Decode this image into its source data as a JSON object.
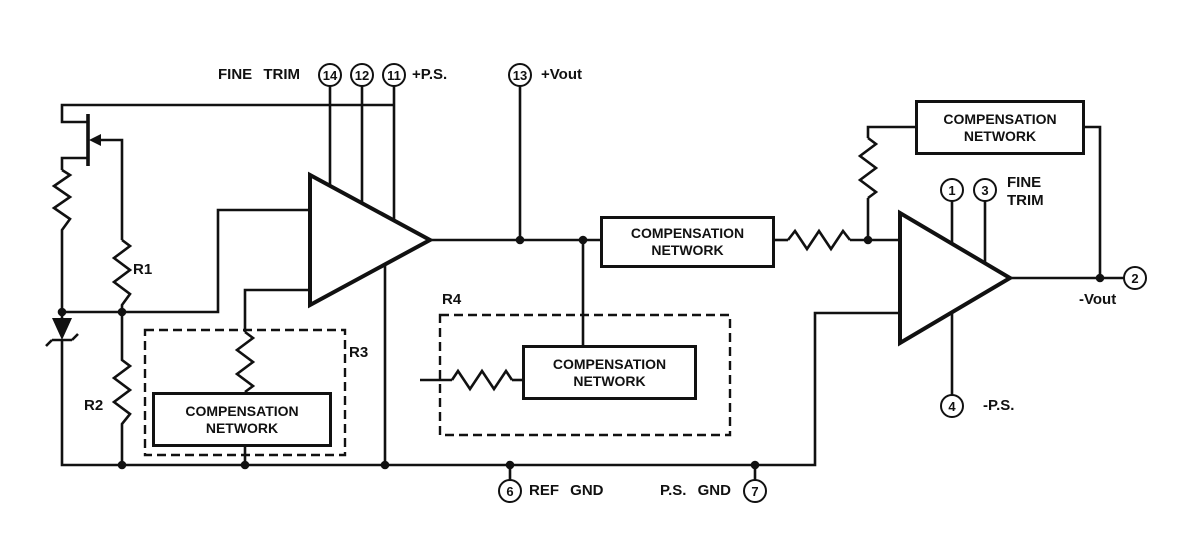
{
  "diagram": {
    "pins": {
      "p14": "14",
      "p12": "12",
      "p11": "11",
      "p13": "13",
      "p1": "1",
      "p3": "3",
      "p2": "2",
      "p4": "4",
      "p6": "6",
      "p7": "7"
    },
    "labels": {
      "fine_trim_top": "FINE TRIM",
      "plus_ps": "+P.S.",
      "plus_vout": "+Vout",
      "fine": "FINE",
      "trim": "TRIM",
      "minus_vout": "-Vout",
      "minus_ps": "-P.S.",
      "ref_gnd": "REF GND",
      "ps_gnd": "P.S. GND",
      "r1": "R1",
      "r2": "R2",
      "r3": "R3",
      "r4": "R4",
      "compensation": "COMPENSATION",
      "network": "NETWORK"
    },
    "colors": {
      "line": "#111111",
      "background": "#ffffff"
    }
  }
}
